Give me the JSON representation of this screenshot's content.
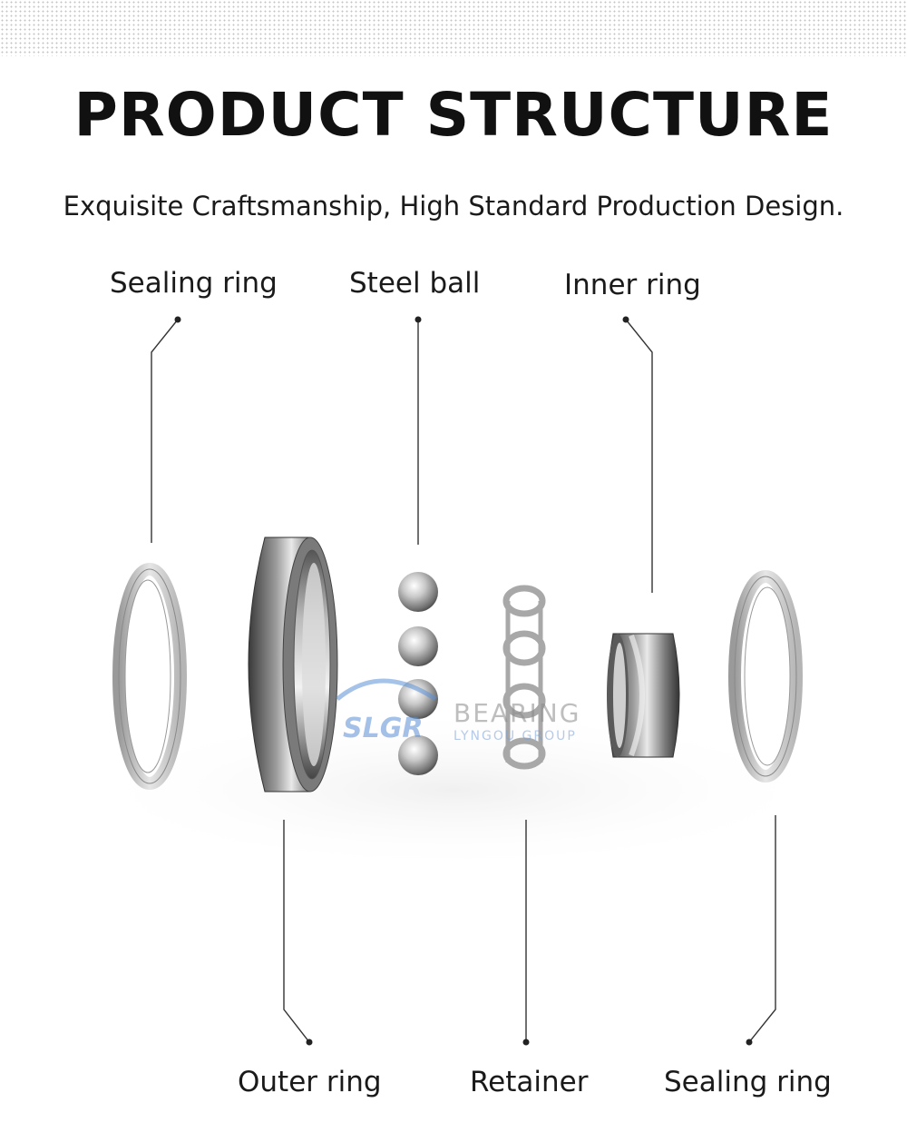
{
  "header": {
    "title": "PRODUCT STRUCTURE",
    "subtitle": "Exquisite Craftsmanship, High Standard Production Design."
  },
  "labels": {
    "sealing_ring_top": "Sealing ring",
    "steel_ball": "Steel ball",
    "inner_ring": "Inner ring",
    "outer_ring": "Outer ring",
    "retainer": "Retainer",
    "sealing_ring_bottom": "Sealing ring"
  },
  "watermark": {
    "logo_text": "SLGR",
    "brand": "BEARING",
    "company": "LYNGOU GROUP"
  },
  "colors": {
    "steel_dark": "#4a4a4a",
    "steel_light": "#e8e8e8",
    "watermark_blue": "#5b8fd6"
  }
}
